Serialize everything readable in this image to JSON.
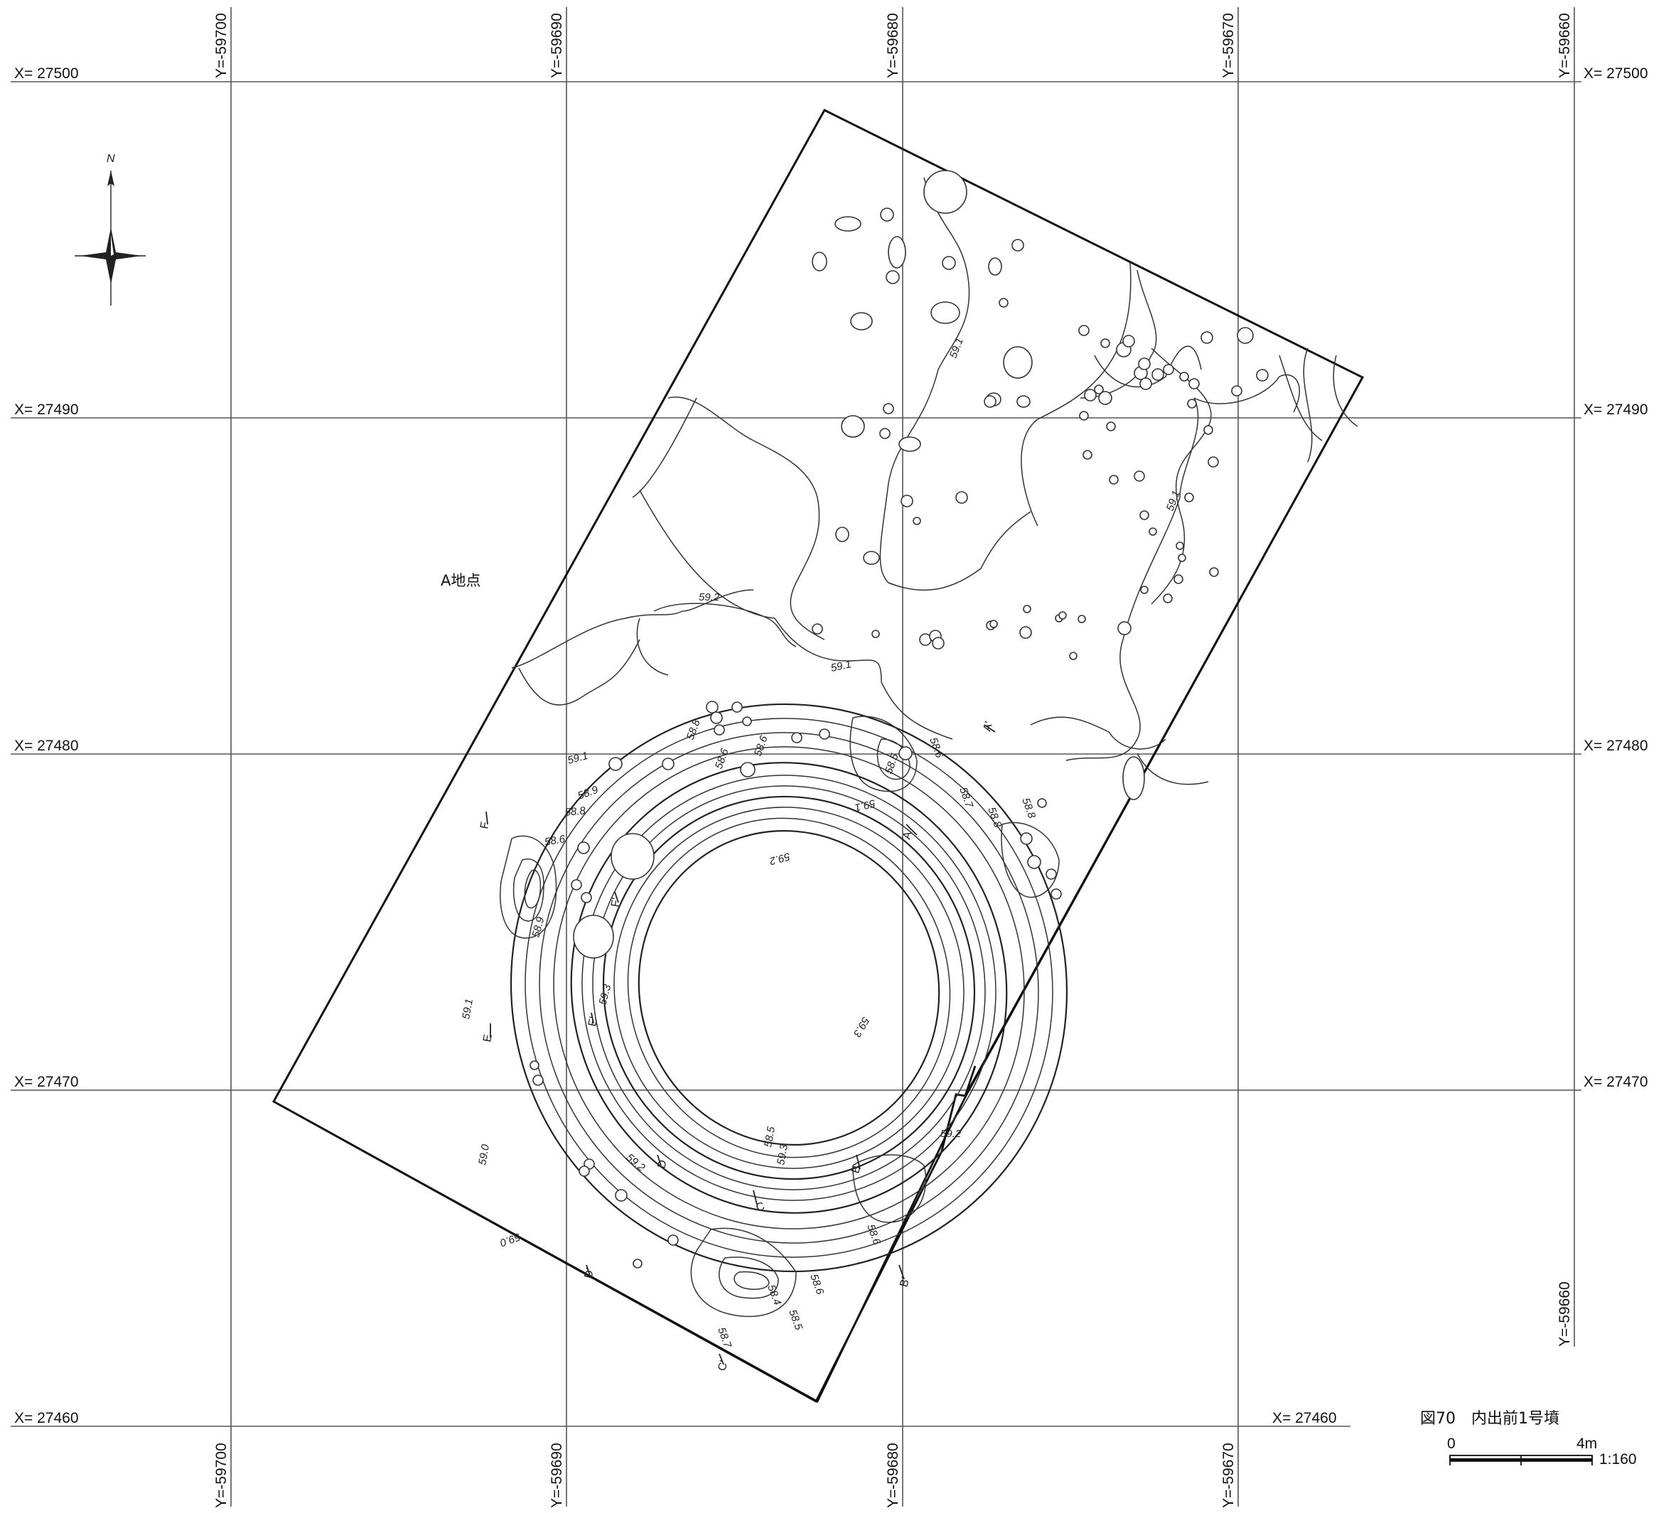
{
  "grid": {
    "x_labels": [
      "X= 27500",
      "X= 27490",
      "X= 27480",
      "X= 27470",
      "X= 27460"
    ],
    "y_labels": [
      "Y=-59700",
      "Y=-59690",
      "Y=-59680",
      "Y=-59670",
      "Y=-59660"
    ]
  },
  "north_label": "N",
  "site_label": "A地点",
  "contour_labels": [
    "59.2",
    "59.1",
    "59.1",
    "59.1",
    "59.1",
    "58.9",
    "58.8",
    "58.8",
    "58.6",
    "58.6",
    "58.6",
    "58.5",
    "58.8",
    "58.7",
    "58.8",
    "58.6",
    "59.1",
    "59.2",
    "59.3",
    "59.3",
    "59.3",
    "59.2",
    "59.1",
    "59.0",
    "59.0",
    "58.6",
    "58.4",
    "58.5",
    "58.6",
    "58.7",
    "59.2",
    "58.5",
    "58.9"
  ],
  "section_labels": [
    "A",
    "A'",
    "B",
    "B'",
    "C",
    "C'",
    "D",
    "D'",
    "E",
    "E'",
    "F",
    "F'"
  ],
  "title": {
    "text": "図70　内出前1号墳",
    "scale_zero": "0",
    "scale_end": "4m",
    "scale_ratio": "1:160"
  },
  "colors": {
    "ink": "#111111",
    "grid": "#555555",
    "background": "#ffffff"
  }
}
